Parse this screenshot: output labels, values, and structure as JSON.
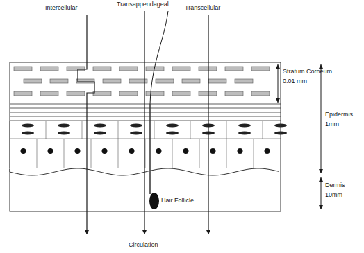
{
  "diagram": {
    "labels": [
      "Intercellular",
      "Transappendageal",
      "Transcellular",
      "Stratum Corneum",
      "0.01 mm",
      "Epidermis",
      "1mm",
      "Dermis",
      "10mm",
      "Hair Follicle",
      "Circulation"
    ]
  }
}
